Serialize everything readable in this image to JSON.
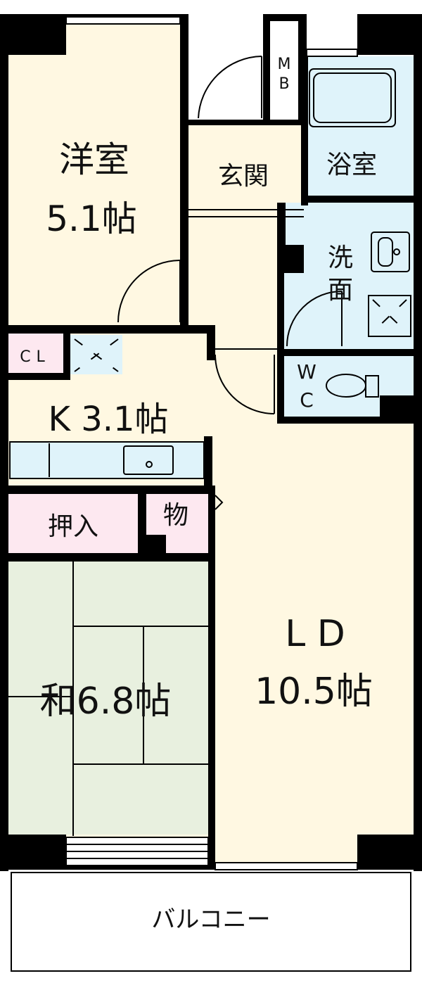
{
  "rooms": {
    "western": {
      "name": "洋室",
      "size": "5.1帖"
    },
    "entrance": {
      "name": "玄関"
    },
    "mb": {
      "line1": "M",
      "line2": "B"
    },
    "bath": {
      "name": "浴室"
    },
    "washroom": {
      "line1": "洗",
      "line2": "面"
    },
    "wc": {
      "line1": "W",
      "line2": "C"
    },
    "closet": {
      "name": "CL"
    },
    "kitchen": {
      "name": "K 3.1帖"
    },
    "oshiire": {
      "name": "押入"
    },
    "storage": {
      "name": "物"
    },
    "japanese": {
      "name": "和6.8帖"
    },
    "ld": {
      "name": "L D",
      "size": "10.5帖"
    },
    "balcony": {
      "name": "バルコニー"
    }
  },
  "colors": {
    "wall": "#000000",
    "floor": "#fff8e2",
    "wet_area": "#dff3fa",
    "closet": "#fde8f0",
    "tatami": "#e8f0df",
    "balcony": "#ffffff"
  }
}
